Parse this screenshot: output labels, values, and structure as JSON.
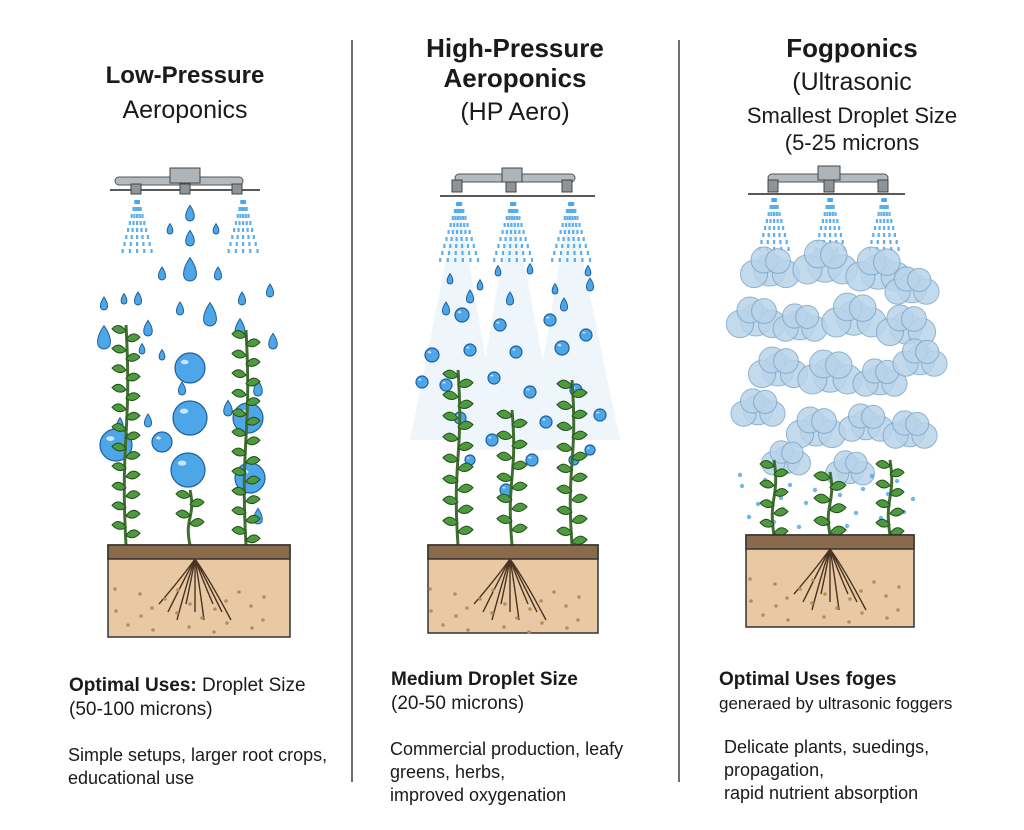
{
  "panels": [
    {
      "title": [
        "Low-Pressure",
        "Aeroponics"
      ],
      "size_bold": "Optimal Uses:",
      "size_text": " Droplet Size",
      "size_line2": "(50-100 microns)",
      "uses": [
        "Simple setups, larger root crops,",
        "educational use"
      ]
    },
    {
      "title": [
        "High-Pressure",
        "Aeroponics",
        "(HP Aero)"
      ],
      "size_bold": "Medium Droplet Size",
      "size_text": "",
      "size_line2": "(20-50 microns)",
      "uses": [
        "Commercial production, leafy",
        "greens, herbs,",
        "improved oxygenation"
      ]
    },
    {
      "title": [
        "Fogponics",
        "(Ultrasonic",
        "Smallest Droplet Size",
        "(5-25 microns"
      ],
      "size_bold": "Optimal Uses foges",
      "size_text": "",
      "size_line2": "generaed by ultrasonic foggers",
      "uses": [
        "Delicate plants, suedings,",
        "propagation,",
        "rapid nutrient absorption"
      ]
    }
  ],
  "colors": {
    "droplet": "#4da6e8",
    "droplet_stroke": "#1f5f99",
    "leaf": "#4e9a3e",
    "stem": "#3f6f2f",
    "soil": "#e8c9a4",
    "soil_top": "#8a6a4c",
    "pipe": "#9ea4a8",
    "fog": "#b9d4ea"
  }
}
